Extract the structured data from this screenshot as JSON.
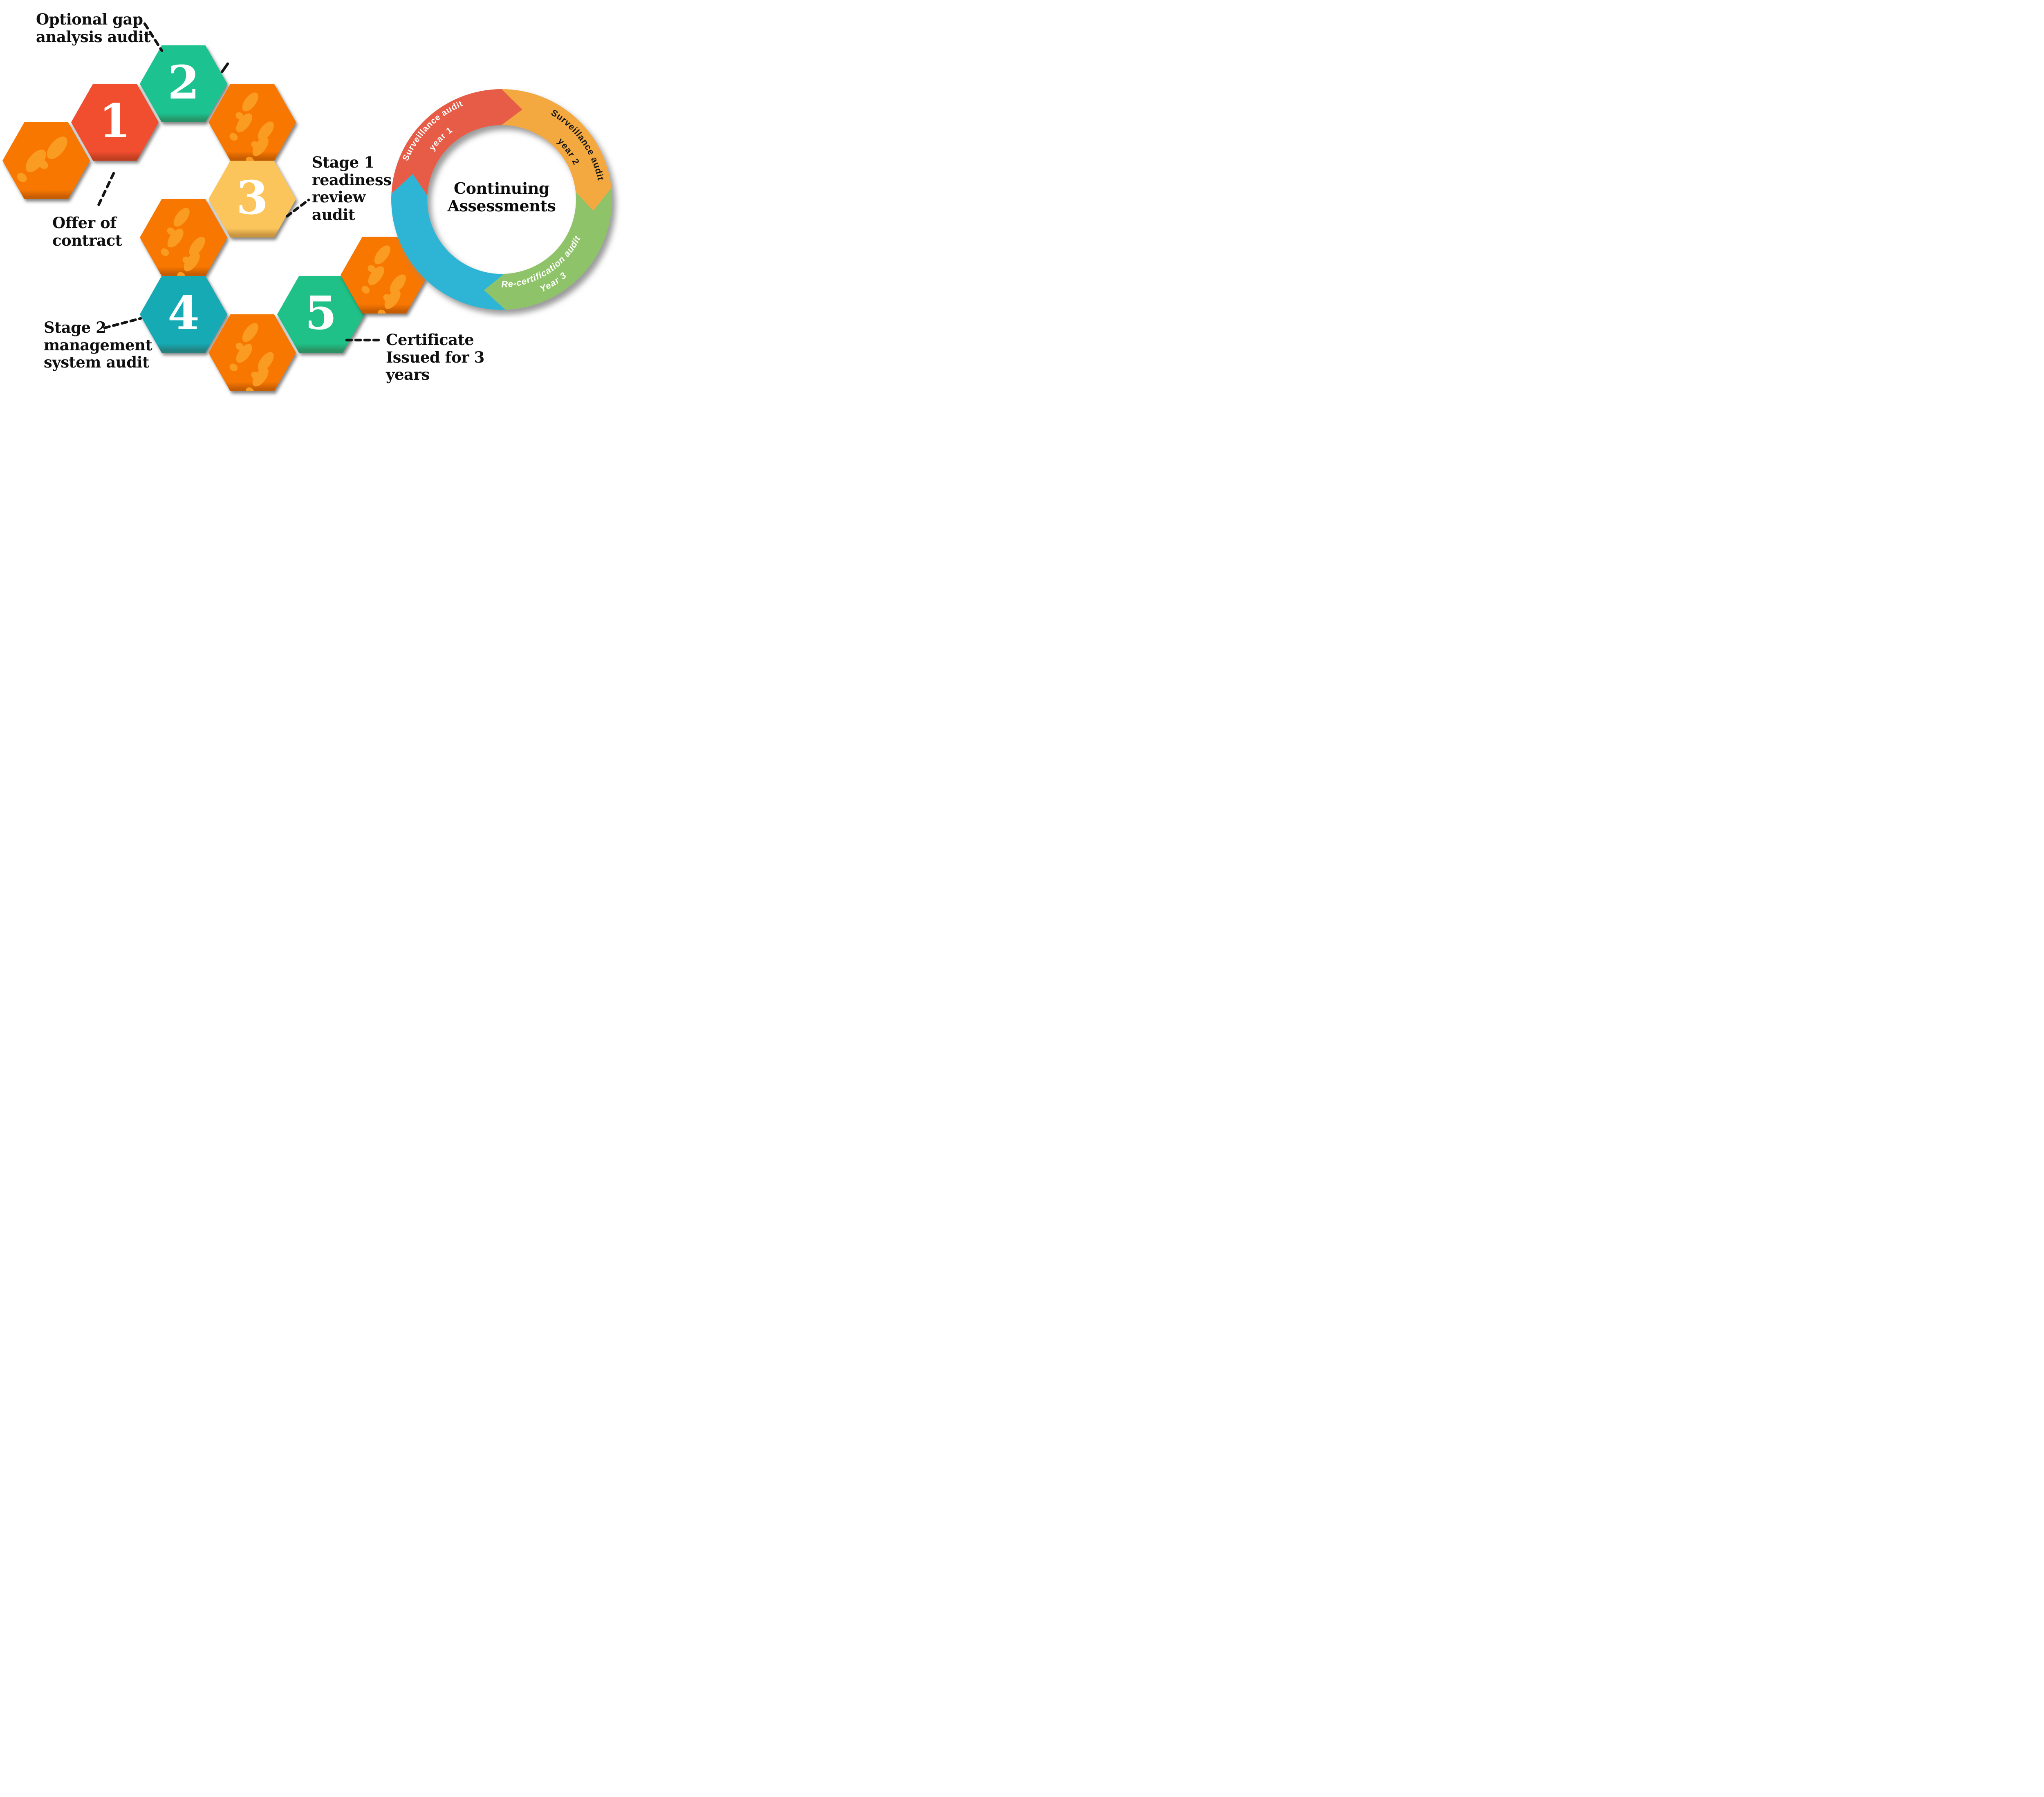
{
  "colors": {
    "background": "#ffffff",
    "footprint_hex": "#F87701",
    "footprint_print": "#FB9C22",
    "dash": "#141414",
    "label_text": "#101010"
  },
  "steps": [
    {
      "number": "1",
      "title": "Offer of contract",
      "color": "#F04E2E"
    },
    {
      "number": "2",
      "title": "Optional gap analysis audit",
      "color": "#1CC290"
    },
    {
      "number": "3",
      "title": "Stage 1 readiness review audit",
      "color": "#FBC55B"
    },
    {
      "number": "4",
      "title": "Stage 2 management system audit",
      "color": "#16AAB4"
    },
    {
      "number": "5",
      "title": "Certificate Issued for 3 years",
      "color": "#1FC189"
    }
  ],
  "annotations": {
    "optional_gap": [
      "Optional gap",
      "analysis audit"
    ],
    "offer": [
      "Offer of",
      "contract"
    ],
    "stage1": [
      "Stage 1",
      "readiness",
      "review",
      "audit"
    ],
    "stage2": [
      "Stage 2",
      "management",
      "system audit"
    ],
    "certificate": [
      "Certificate",
      "Issued for 3",
      "years"
    ]
  },
  "ring": {
    "center": [
      "Continuing",
      "Assessments"
    ],
    "segments": [
      {
        "name": "surveillance-year-1",
        "lines": [
          "Surveillance audit",
          "year 1"
        ],
        "color": "#E65C47",
        "text_color": "#ffffff"
      },
      {
        "name": "surveillance-year-2",
        "lines": [
          "Surveillance audit",
          "year 2"
        ],
        "color": "#F4A93F",
        "text_color": "#161616"
      },
      {
        "name": "recertification-year-3",
        "lines": [
          "Re-certification audit",
          "Year 3"
        ],
        "color": "#8FC36B",
        "text_color": "#ffffff"
      },
      {
        "name": "continuing-blue",
        "lines": [],
        "color": "#2FB5D6",
        "text_color": "#ffffff"
      }
    ]
  }
}
